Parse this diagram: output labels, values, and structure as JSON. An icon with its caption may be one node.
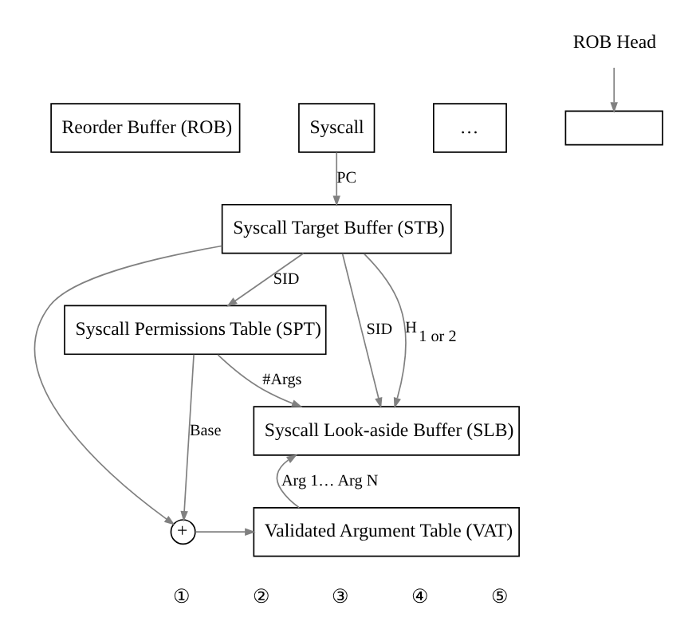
{
  "diagram": {
    "nodes": [
      {
        "text": [
          "Reorder Buffer (ROB)"
        ]
      },
      {
        "text": [
          "Syscall"
        ]
      },
      {
        "text": [
          "…"
        ]
      },
      {
        "text": [],
        "shape": "box"
      },
      {
        "text": [
          "ROB Head"
        ]
      },
      {
        "text": [
          "Syscall Target Buffer (STB)"
        ]
      },
      {
        "text": [
          "Syscall Permissions Table (SPT)"
        ]
      },
      {
        "text": [
          "Syscall Look-aside Buffer (SLB)"
        ]
      },
      {
        "text": [
          "Validated Argument Table (VAT)"
        ]
      },
      {
        "text": [
          "+"
        ]
      }
    ],
    "edges": [
      {
        "from": 4,
        "to": 3,
        "arrow": "to"
      },
      {
        "from": 1,
        "to": 5,
        "arrow": "to",
        "label": "PC"
      },
      {
        "from": 5,
        "to": 6,
        "arrow": "to",
        "label": "SID"
      },
      {
        "from": 5,
        "to": 7,
        "arrow": "to",
        "label": "SID"
      },
      {
        "from": 5,
        "to": 7,
        "arrow": "to",
        "label": "H$_{1 or 2}$"
      },
      {
        "from": 5,
        "to": 9,
        "arrow": "to"
      },
      {
        "from": 6,
        "to": 7,
        "arrow": "to",
        "label": "#Args"
      },
      {
        "from": 6,
        "to": 9,
        "arrow": "to",
        "label": "Base"
      },
      {
        "from": 9,
        "to": 8,
        "arrow": "to"
      },
      {
        "from": 8,
        "to": 7,
        "arrow": "to",
        "label": "Arg 1… Arg N"
      }
    ],
    "labels": [
      "①",
      "②",
      "③",
      "④",
      "⑤"
    ]
  }
}
